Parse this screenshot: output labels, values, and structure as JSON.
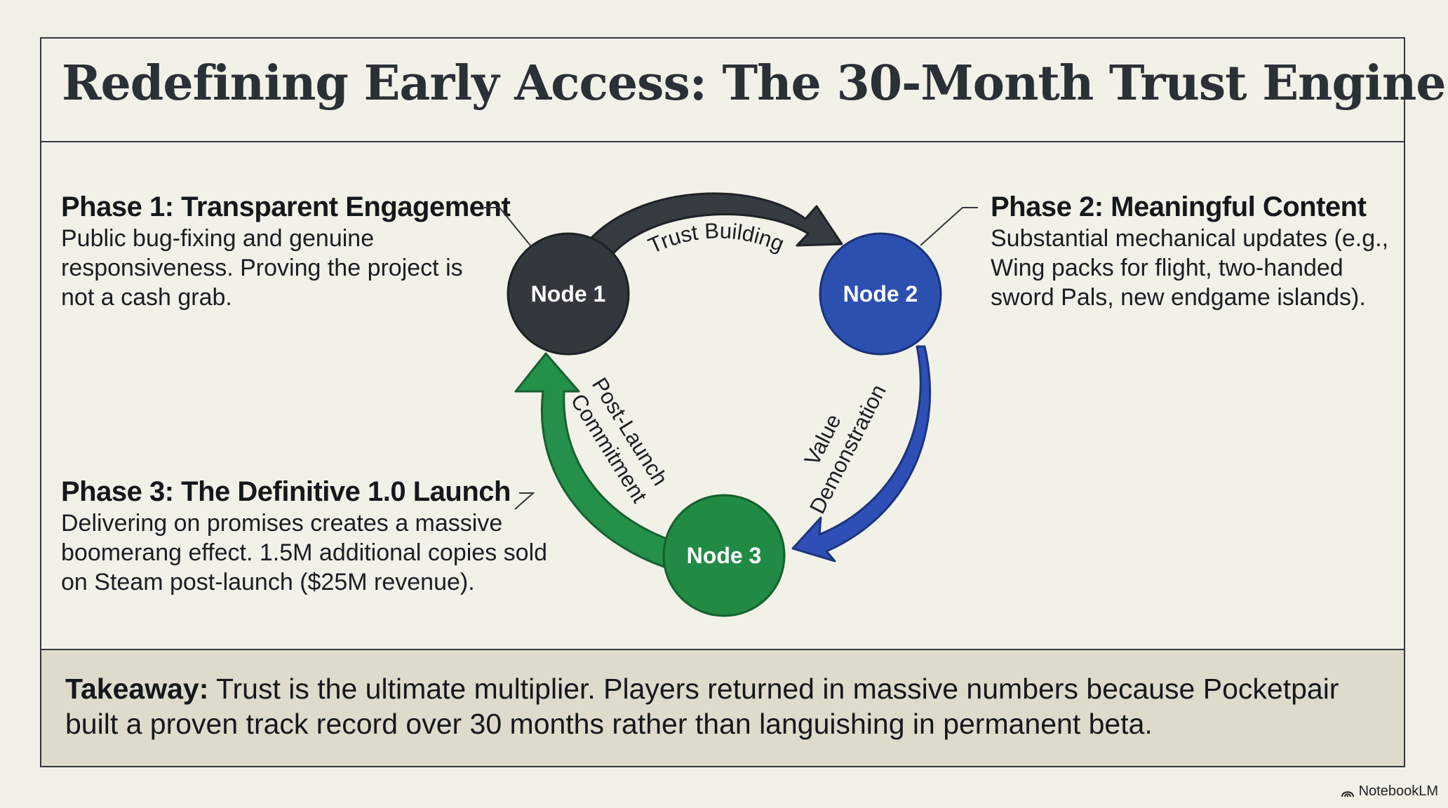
{
  "title": "Redefining Early Access: The 30-Month Trust Engine",
  "phases": [
    {
      "title": "Phase 1: Transparent Engagement",
      "body": "Public bug-fixing and genuine responsiveness. Proving the project is not a cash grab."
    },
    {
      "title": "Phase 2: Meaningful Content",
      "body": "Substantial mechanical updates (e.g., Wing packs for flight, two-handed sword Pals, new endgame islands)."
    },
    {
      "title": "Phase 3: The Definitive 1.0 Launch",
      "body": "Delivering on promises creates a massive boomerang effect. 1.5M additional copies sold on Steam post-launch ($25M revenue)."
    }
  ],
  "cycle": {
    "nodes": [
      {
        "label": "Node 1",
        "color": "#33383f"
      },
      {
        "label": "Node 2",
        "color": "#2b50b0"
      },
      {
        "label": "Node 3",
        "color": "#218a45"
      }
    ],
    "edges": [
      {
        "label": "Trust Building",
        "color": "#363b42"
      },
      {
        "label_lines": [
          "Value",
          "Demonstration"
        ],
        "color": "#2e4fb5"
      },
      {
        "label_lines": [
          "Post-Launch",
          "Commitment"
        ],
        "color": "#24904a"
      }
    ]
  },
  "takeaway": {
    "label": "Takeaway:",
    "text": " Trust is the ultimate multiplier. Players returned in massive numbers because Pocketpair built a proven track record over 30 months rather than languishing in permanent beta."
  },
  "watermark": "NotebookLM"
}
